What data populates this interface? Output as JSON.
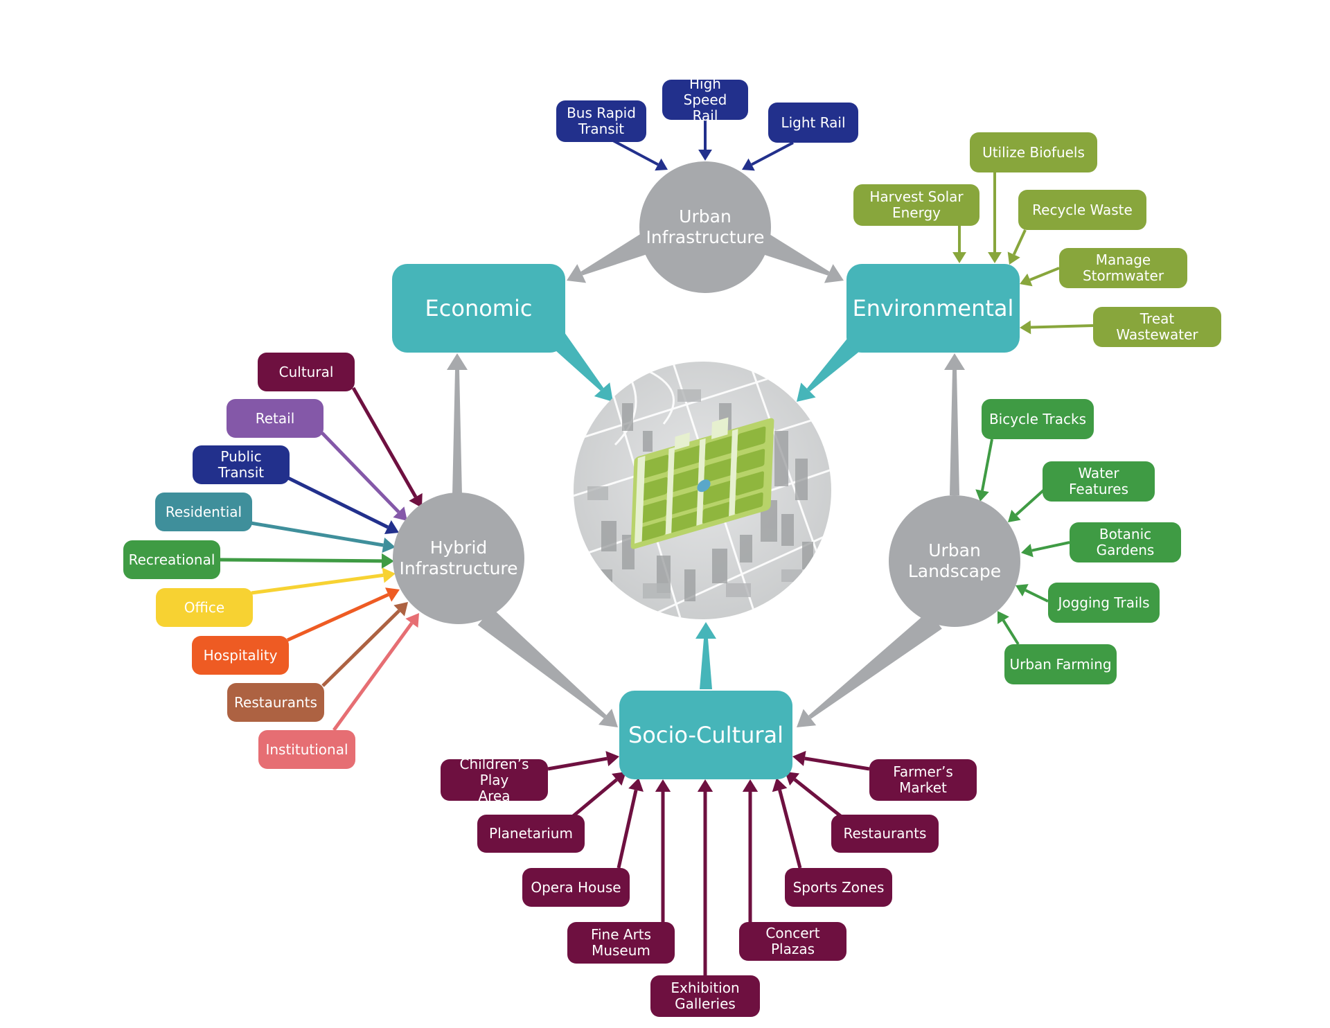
{
  "colors": {
    "teal": "#46b5b9",
    "grey": "#a7a9ac",
    "navy": "#22308c",
    "lime": "#88a63c",
    "green": "#3f9b44",
    "maroon": "#6e1040",
    "purple": "#8458a8",
    "steel": "#3f8f9b",
    "yellow": "#f7d232",
    "orange": "#ee5b23",
    "brown": "#ad6242",
    "salmon": "#e66e73",
    "cultural_maroon": "#6e1040"
  },
  "pillars": [
    {
      "id": "economic",
      "label": "Economic"
    },
    {
      "id": "environmental",
      "label": "Environmental"
    },
    {
      "id": "socio",
      "label": "Socio-Cultural"
    }
  ],
  "hubs": [
    {
      "id": "urban-infra",
      "label": "Urban\nInfrastructure"
    },
    {
      "id": "hybrid",
      "label": "Hybrid\nInfrastructure"
    },
    {
      "id": "urban-land",
      "label": "Urban\nLandscape"
    }
  ],
  "transit": [
    {
      "label": "Bus Rapid\nTransit"
    },
    {
      "label": "High Speed\nRail"
    },
    {
      "label": "Light Rail"
    }
  ],
  "environmental": [
    {
      "label": "Harvest Solar\nEnergy"
    },
    {
      "label": "Utilize Biofuels"
    },
    {
      "label": "Recycle Waste"
    },
    {
      "label": "Manage\nStormwater"
    },
    {
      "label": "Treat\nWastewater"
    }
  ],
  "landscape": [
    {
      "label": "Bicycle Tracks"
    },
    {
      "label": "Water Features"
    },
    {
      "label": "Botanic\nGardens"
    },
    {
      "label": "Jogging Trails"
    },
    {
      "label": "Urban Farming"
    }
  ],
  "hybrid_uses": [
    {
      "label": "Cultural",
      "color": "#6e1040"
    },
    {
      "label": "Retail",
      "color": "#8458a8"
    },
    {
      "label": "Public Transit",
      "color": "#22308c"
    },
    {
      "label": "Residential",
      "color": "#3f8f9b"
    },
    {
      "label": "Recreational",
      "color": "#3f9b44"
    },
    {
      "label": "Office",
      "color": "#f7d232"
    },
    {
      "label": "Hospitality",
      "color": "#ee5b23"
    },
    {
      "label": "Restaurants",
      "color": "#ad6242"
    },
    {
      "label": "Institutional",
      "color": "#e66e73"
    }
  ],
  "socio_uses": [
    {
      "label": "Children’s Play\nArea"
    },
    {
      "label": "Planetarium"
    },
    {
      "label": "Opera House"
    },
    {
      "label": "Fine Arts\nMuseum"
    },
    {
      "label": "Exhibition\nGalleries"
    },
    {
      "label": "Concert Plazas"
    },
    {
      "label": "Sports Zones"
    },
    {
      "label": "Restaurants"
    },
    {
      "label": "Farmer’s\nMarket"
    }
  ]
}
